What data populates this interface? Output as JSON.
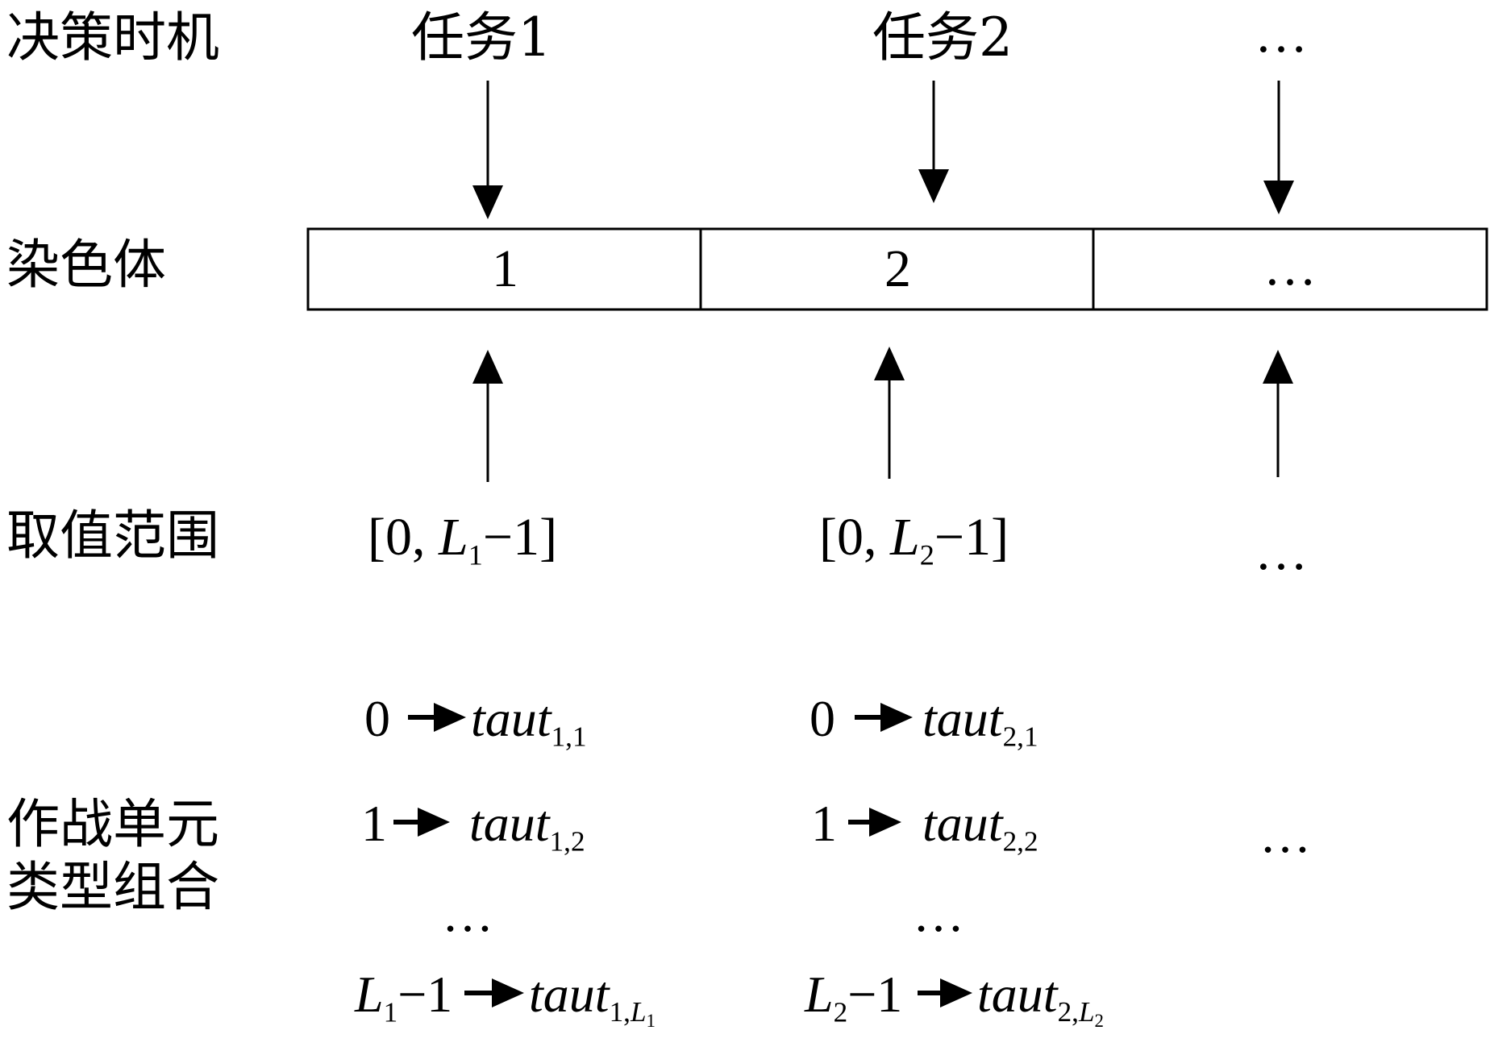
{
  "labels": {
    "decision_time": "决策时机",
    "chromosome": "染色体",
    "value_range": "取值范围",
    "combo_line1": "作战单元",
    "combo_line2": "类型组合"
  },
  "tasks": [
    "任务1",
    "任务2",
    "…"
  ],
  "genes": [
    "1",
    "2",
    "…"
  ],
  "ranges": [
    {
      "open": "[",
      "zero": "0, ",
      "L": "L",
      "sub": "1",
      "minus": "−1",
      "close": "]"
    },
    {
      "open": "[",
      "zero": "0, ",
      "L": "L",
      "sub": "2",
      "minus": "−1",
      "close": "]"
    },
    {
      "ellipsis": "…"
    }
  ],
  "mappings": [
    {
      "rows": [
        {
          "lhs": "0",
          "t": "taut",
          "sub": "1,1"
        },
        {
          "lhs": "1",
          "t": "taut",
          "sub": "1,2"
        },
        {
          "ellipsis": "…"
        },
        {
          "lhsL": "L",
          "lhsSub": "1",
          "lhsMinus": "−1",
          "t": "taut",
          "sub": "1,",
          "subL": "L",
          "subLsub": "1"
        }
      ]
    },
    {
      "rows": [
        {
          "lhs": "0",
          "t": "taut",
          "sub": "2,1"
        },
        {
          "lhs": "1",
          "t": "taut",
          "sub": "2,2"
        },
        {
          "ellipsis": "…"
        },
        {
          "lhsL": "L",
          "lhsSub": "2",
          "lhsMinus": "−1",
          "t": "taut",
          "sub": "2,",
          "subL": "L",
          "subLsub": "2"
        }
      ]
    }
  ],
  "combo_ellipsis": "…"
}
